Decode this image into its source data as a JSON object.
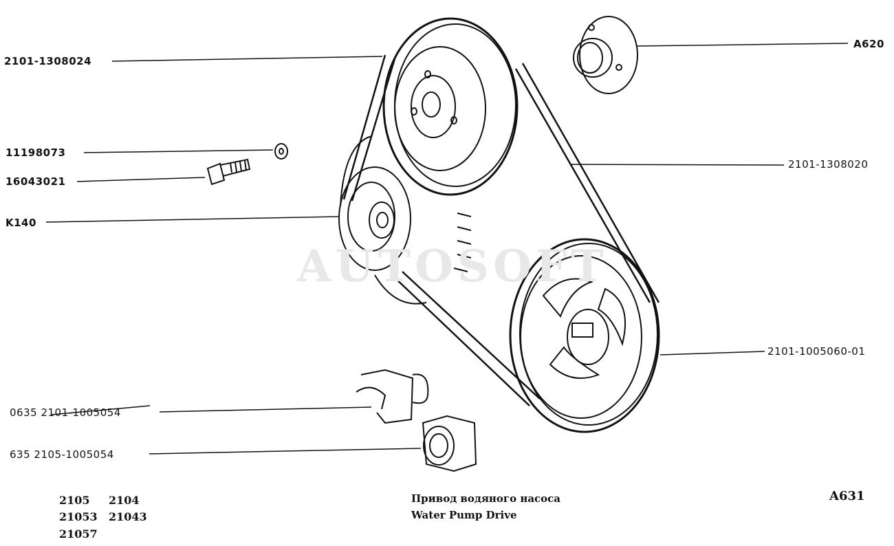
{
  "watermark": "AUTOSOFT",
  "parts": {
    "crankshaft_pulley_hub": "2101-1308024",
    "washer": "11198073",
    "bolt": "16043021",
    "pump": "K140",
    "flange": "A620",
    "belt": "2101-1308020",
    "crank_pulley": "2101-1005060-01",
    "nut_a": "0635",
    "nut_a_part": "2101-1005054",
    "nut_b": "635",
    "nut_b_part": "2105-1005054"
  },
  "models": [
    "2105",
    "2104",
    "21053",
    "21043",
    "21057"
  ],
  "caption": {
    "ru": "Привод водяного насоса",
    "en": "Water Pump Drive"
  },
  "figure_id": "A631"
}
